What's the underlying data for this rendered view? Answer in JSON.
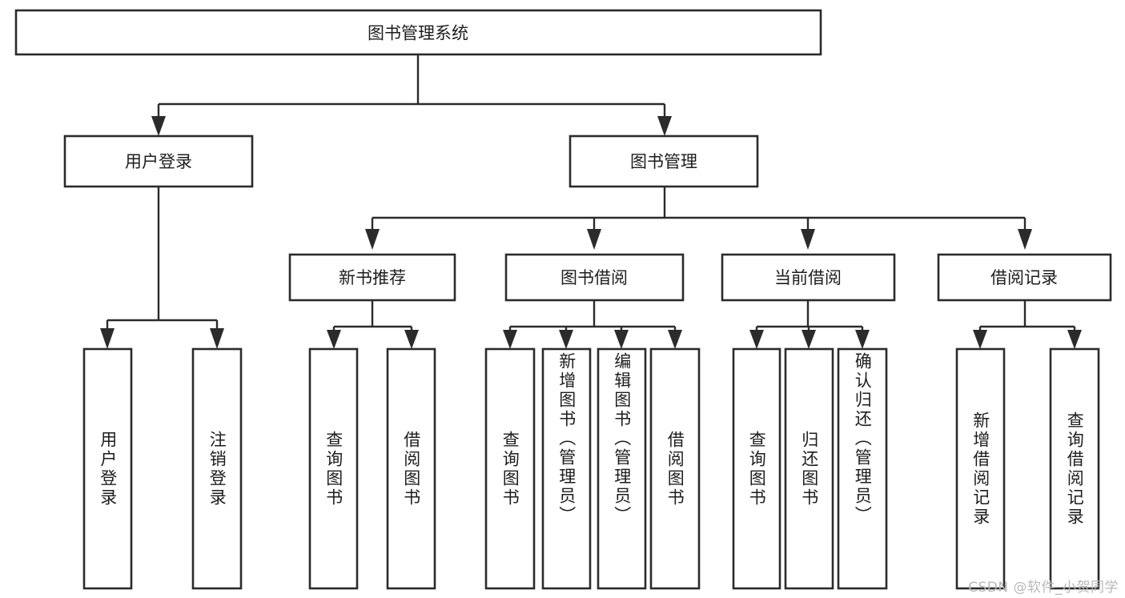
{
  "diagram": {
    "title": "图书管理系统",
    "type": "tree-hierarchy-chart",
    "watermark": "CSDN @软件_小贺同学",
    "colors": {
      "box_stroke": "#2b2b2b",
      "box_fill": "#ffffff",
      "connector": "#2b2b2b",
      "text": "#1d1d1d",
      "watermark": "#b8b8b8",
      "background": "#ffffff"
    },
    "root": {
      "label": "图书管理系统"
    },
    "level2": [
      {
        "label": "用户登录"
      },
      {
        "label": "图书管理"
      }
    ],
    "level3": [
      {
        "label": "新书推荐"
      },
      {
        "label": "图书借阅"
      },
      {
        "label": "当前借阅"
      },
      {
        "label": "借阅记录"
      }
    ],
    "leaves": {
      "user_login": [
        {
          "label": "用户登录"
        },
        {
          "label": "注销登录"
        }
      ],
      "new_book_recommend": [
        {
          "label": "查询图书"
        },
        {
          "label": "借阅图书"
        }
      ],
      "book_borrow": [
        {
          "label": "查询图书"
        },
        {
          "label": "新增图书（管理员）"
        },
        {
          "label": "编辑图书（管理员）"
        },
        {
          "label": "借阅图书"
        }
      ],
      "current_borrow": [
        {
          "label": "查询图书"
        },
        {
          "label": "归还图书"
        },
        {
          "label": "确认归还（管理员）"
        }
      ],
      "borrow_record": [
        {
          "label": "新增借阅记录"
        },
        {
          "label": "查询借阅记录"
        }
      ]
    }
  }
}
